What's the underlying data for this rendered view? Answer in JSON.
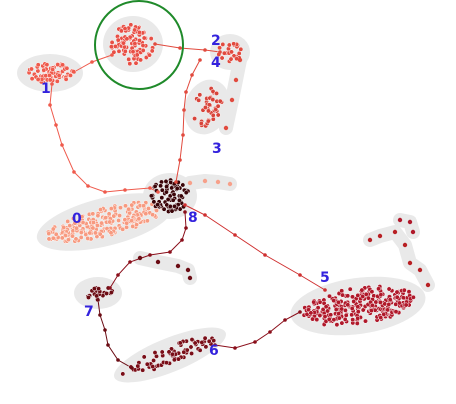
{
  "colors": {
    "background": "#ffffff",
    "halo": "#e9e9e9",
    "label": "#3322dd",
    "highlight_circle": "#1f8a2a",
    "edge": "#d9534f",
    "cluster_palette": [
      "#f7a08a",
      "#ef5a4c",
      "#e34b3f",
      "#cf2f2f",
      "#b81f23",
      "#8a0e1a",
      "#6a0b15",
      "#4a0710"
    ]
  },
  "clusters": [
    {
      "id": "0",
      "label": "0",
      "color": "#f79a80"
    },
    {
      "id": "1",
      "label": "1",
      "color": "#ef5a4c"
    },
    {
      "id": "2",
      "label": "2",
      "color": "#e14a3e"
    },
    {
      "id": "3",
      "label": "3",
      "color": "#d8443a"
    },
    {
      "id": "4",
      "label": "4",
      "color": "#d53b34"
    },
    {
      "id": "5",
      "label": "5",
      "color": "#b0182a"
    },
    {
      "id": "6",
      "label": "6",
      "color": "#7a0e18"
    },
    {
      "id": "7",
      "label": "7",
      "color": "#6b0c14"
    },
    {
      "id": "8",
      "label": "8",
      "color": "#3a0408"
    }
  ],
  "highlight": {
    "shape": "circle",
    "target": "top-center-cluster"
  }
}
